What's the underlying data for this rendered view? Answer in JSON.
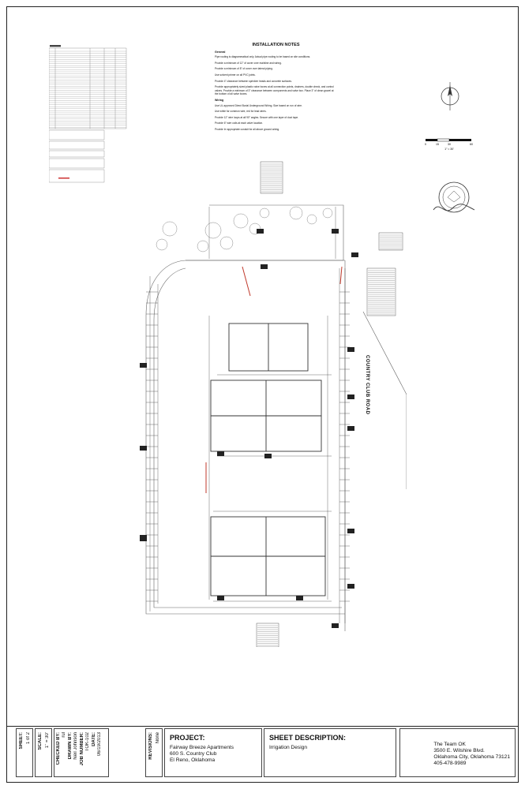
{
  "notes": {
    "title": "INSTALLATION NOTES",
    "general_heading": "General",
    "general": [
      "Pipe routing is diagrammatical only. Actual pipe routing to be based on site conditions.",
      "Provide a minimum of 12\" of cover over mainline and wiring.",
      "Provide a minimum of 8\" of cover over lateral piping.",
      "Use solvent primer on all PVC joints.",
      "Provide 4\" clearance between sprinkler heads and concrete surfaces.",
      "Provide appropriately sized plastic valve boxes at all connection points, drainers, double check, and control valves. Provide a minimum of 3\" clearance between components and valve box. Place 3\" of clean gravel at the bottom of all valve boxes."
    ],
    "wiring_heading": "Wiring",
    "wiring": [
      "Use UL approved Direct Burial Underground Wiring. Size based on run of wire.",
      "Use white for common wire, red for lead wires.",
      "Provide 12\" wire loops at all 90° angles. Secure with one layer of duct tape.",
      "Provide 6\" wire coils at each valve location.",
      "Provide Irr appropriate conduit for all above ground wiring."
    ]
  },
  "drawing": {
    "road_label": "COUNTRY CLUB ROAD",
    "scale_ticks": [
      "0",
      "15",
      "30",
      "60"
    ],
    "scale_text": "1\" = 30'"
  },
  "title_block": {
    "sheet_label": "SHEET:",
    "sheet_value": "1 of 2",
    "scale_label": "SCALE:",
    "scale_value": "1\" = 30'",
    "checked_label": "CHECKED BY:",
    "checked_value": "rul",
    "drawn_label": "DRAWN BY:",
    "drawn_value": "Neil Johnson",
    "job_label": "JOB NUMBER:",
    "job_value": "TOK-102",
    "date_label": "DATE:",
    "date_value": "06/19/2013",
    "revisions_label": "REVISIONS:",
    "revisions_value": "None",
    "project_label": "PROJECT:",
    "project_lines": [
      "Fairway Breeze Apartments",
      "600 S. Country Club",
      "El Reno, Oklahoma"
    ],
    "desc_label": "SHEET DESCRIPTION:",
    "desc_value": "Irrigation Design",
    "firm_lines": [
      "The Team OK",
      "3500 E. Wilshire Blvd.",
      "Oklahoma City, Oklahoma 73121",
      "405-478-9989"
    ]
  }
}
